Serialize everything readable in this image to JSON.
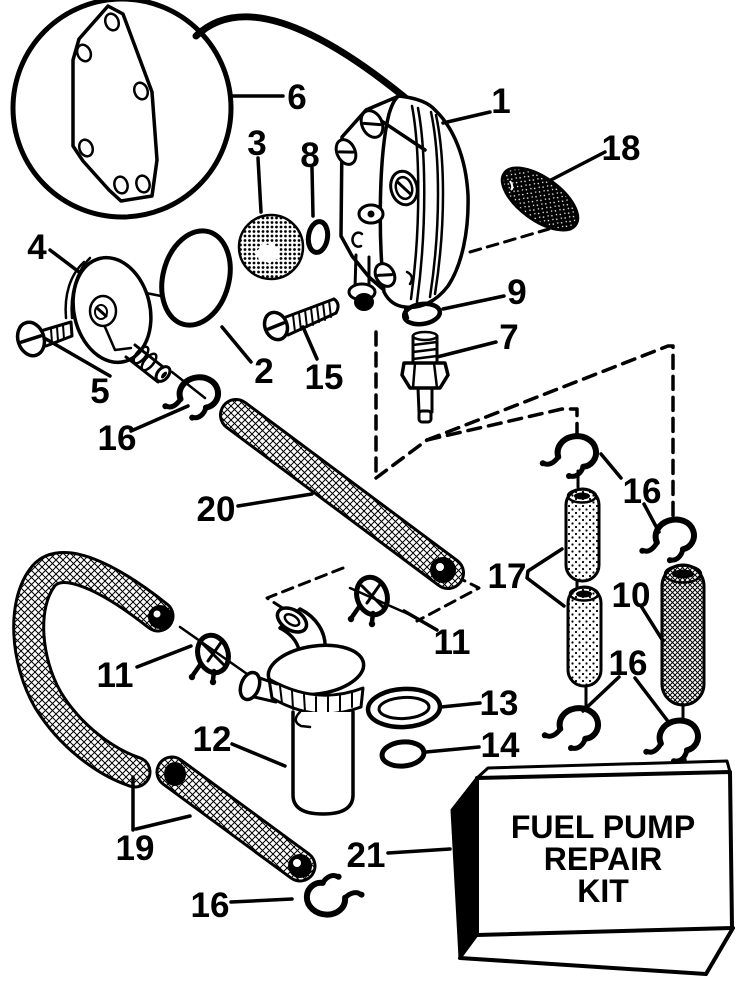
{
  "document": {
    "type": "exploded-parts-diagram",
    "subject": "Fuel Pump Repair Kit"
  },
  "kit_box": {
    "line1": "FUEL PUMP",
    "line2": "REPAIR",
    "line3": "KIT"
  },
  "colors": {
    "ink": "#000000",
    "paper": "#ffffff"
  },
  "callouts": [
    {
      "id": "6",
      "part": "mounting-gasket"
    },
    {
      "id": "1",
      "part": "fuel-pump-body"
    },
    {
      "id": "3",
      "part": "diaphragm-disc"
    },
    {
      "id": "8",
      "part": "small-o-ring"
    },
    {
      "id": "18",
      "part": "grommet"
    },
    {
      "id": "4",
      "part": "pump-cover"
    },
    {
      "id": "9",
      "part": "o-ring"
    },
    {
      "id": "7",
      "part": "inlet-fitting"
    },
    {
      "id": "2",
      "part": "large-o-ring"
    },
    {
      "id": "15",
      "part": "screw"
    },
    {
      "id": "5",
      "part": "screw"
    },
    {
      "id": "16",
      "part": "spring-clamp"
    },
    {
      "id": "20",
      "part": "fuel-hose"
    },
    {
      "id": "16",
      "part": "spring-clamp"
    },
    {
      "id": "17",
      "part": "filter-tubes"
    },
    {
      "id": "10",
      "part": "fuel-filter"
    },
    {
      "id": "11",
      "part": "wire-clamp"
    },
    {
      "id": "16",
      "part": "spring-clamp"
    },
    {
      "id": "11",
      "part": "wire-clamp"
    },
    {
      "id": "13",
      "part": "o-ring"
    },
    {
      "id": "12",
      "part": "filter-assembly"
    },
    {
      "id": "14",
      "part": "o-ring"
    },
    {
      "id": "19",
      "part": "curved-hose"
    },
    {
      "id": "21",
      "part": "repair-kit-box"
    },
    {
      "id": "16",
      "part": "spring-clamp"
    }
  ]
}
